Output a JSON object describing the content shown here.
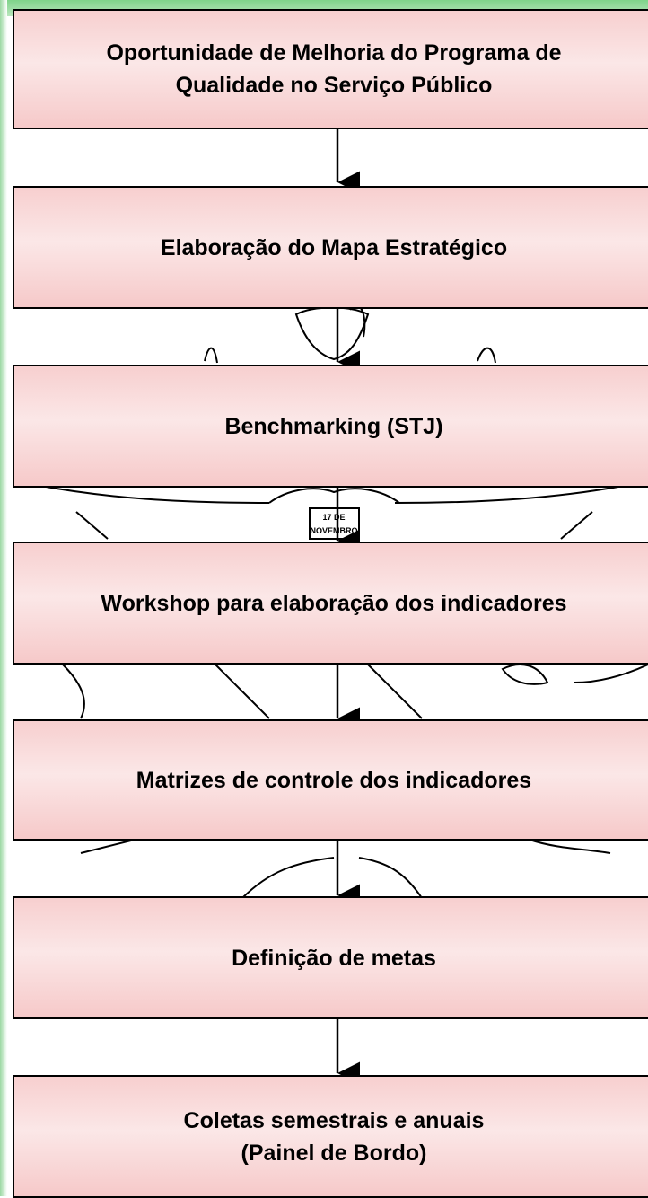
{
  "diagram": {
    "steps": [
      {
        "label": "Oportunidade de Melhoria do Programa de\nQualidade no Serviço Público"
      },
      {
        "label": "Elaboração do Mapa Estratégico"
      },
      {
        "label": "Benchmarking (STJ)"
      },
      {
        "label": "Workshop para elaboração dos indicadores"
      },
      {
        "label": "Matrizes de controle dos indicadores"
      },
      {
        "label": "Definição de metas"
      },
      {
        "label": "Coletas semestrais e anuais\n(Painel de Bordo)"
      }
    ],
    "emblem": {
      "text_top": "17 DE",
      "text_bottom": "NOVEMBRO"
    },
    "colors": {
      "box_fill": "#f8d6d6",
      "border": "#000000",
      "top_band": "#7fd38a"
    }
  }
}
